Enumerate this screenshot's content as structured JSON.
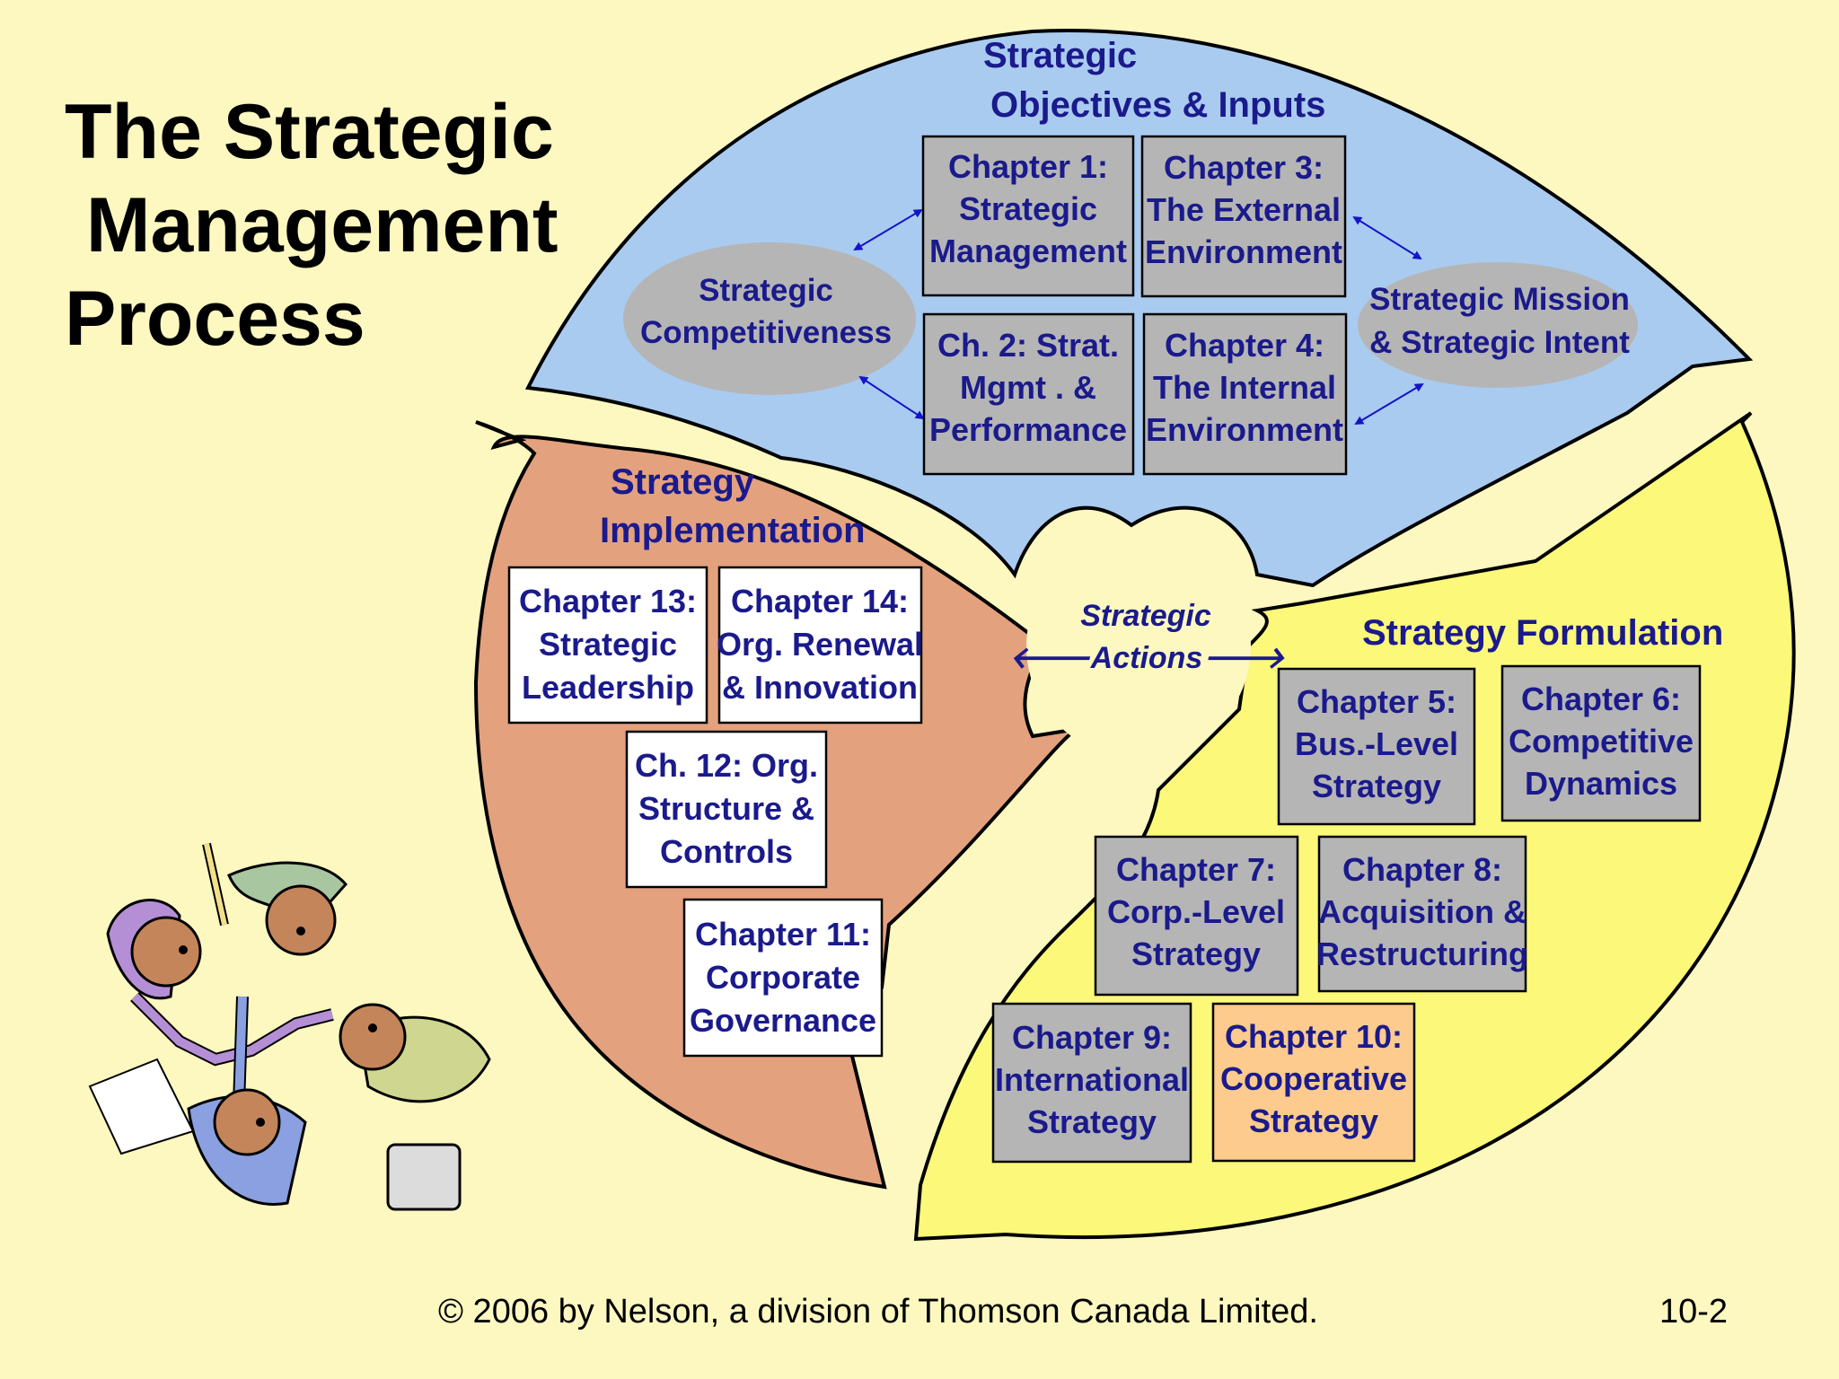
{
  "title": "The Strategic\n Management\nProcess",
  "footer": {
    "copyright": "© 2006 by Nelson, a division of Thomson Canada Limited.",
    "slide_number": "10-2"
  },
  "colors": {
    "background": "#fcf8c0",
    "objectives_sector": "#a9cbf0",
    "implementation_sector": "#e3a17e",
    "formulation_sector": "#fbf87a",
    "gray_box": "#b5b5b5",
    "white_box": "#ffffff",
    "highlight_box": "#fccb8d",
    "text": "#1a1a8c"
  },
  "sections": {
    "objectives": {
      "heading": [
        "Strategic",
        "Objectives & Inputs"
      ],
      "ellipse_left": [
        "Strategic",
        "Competitiveness"
      ],
      "ellipse_right": [
        "Strategic Mission",
        "& Strategic Intent"
      ],
      "boxes": [
        [
          "Chapter 1:",
          "Strategic",
          "Management"
        ],
        [
          "Chapter 3:",
          "The External",
          "Environment"
        ],
        [
          "Ch. 2: Strat.",
          "Mgmt . &",
          "Performance"
        ],
        [
          "Chapter 4:",
          "The Internal",
          "Environment"
        ]
      ]
    },
    "implementation": {
      "heading": [
        "Strategy",
        "Implementation"
      ],
      "boxes": [
        [
          "Chapter 13:",
          "Strategic",
          "Leadership"
        ],
        [
          "Chapter 14:",
          "Org. Renewal",
          "& Innovation"
        ],
        [
          "Ch. 12: Org.",
          "Structure &",
          "Controls"
        ],
        [
          "Chapter 11:",
          "Corporate",
          "Governance"
        ]
      ]
    },
    "formulation": {
      "heading": [
        "Strategy Formulation"
      ],
      "boxes": [
        [
          "Chapter 5:",
          "Bus.-Level",
          "Strategy"
        ],
        [
          "Chapter 6:",
          "Competitive",
          "Dynamics"
        ],
        [
          "Chapter 7:",
          "Corp.-Level",
          "Strategy"
        ],
        [
          "Chapter 8:",
          "Acquisition &",
          "Restructuring"
        ],
        [
          "Chapter 9:",
          "International",
          "Strategy"
        ],
        [
          "Chapter 10:",
          "Cooperative",
          "Strategy"
        ]
      ]
    },
    "center": {
      "line1": "Strategic",
      "line2": "Actions",
      "arrow_left": "🡐",
      "arrow_right": "🡒"
    }
  },
  "icons": [
    "team-illustration-icon",
    "double-arrow-icon"
  ]
}
